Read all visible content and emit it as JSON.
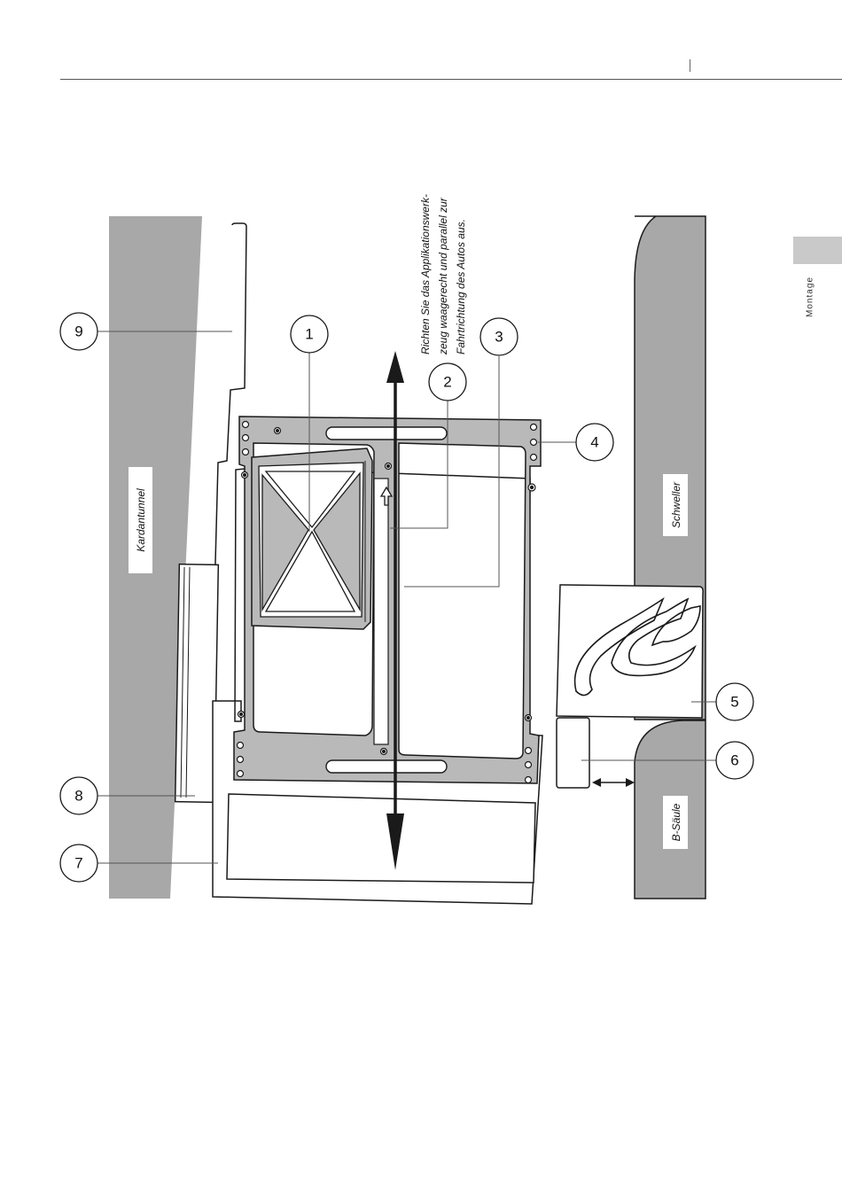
{
  "page": {
    "section_tab": "Montage"
  },
  "instruction": {
    "lines": [
      "Richten Sie das Applikationswerk-",
      "zeug waagerecht und parallel zur",
      "Fahrtrichtung des Autos aus."
    ]
  },
  "labels": {
    "kardantunnel": "Kardantunnel",
    "schweller": "Schweller",
    "b_saeule": "B-Säule"
  },
  "callouts": {
    "c1": "1",
    "c2": "2",
    "c3": "3",
    "c4": "4",
    "c5": "5",
    "c6": "6",
    "c7": "7",
    "c8": "8",
    "c9": "9"
  },
  "colors": {
    "body_gray": "#a8a8a8",
    "plate_gray": "#b9b9b9",
    "dark_line": "#1a1a1a"
  },
  "icons": {
    "direction_arrow": "double-headed-arrow",
    "gap_arrow": "double-headed-arrow-horizontal",
    "small_arrow": "up-arrow-outline"
  }
}
